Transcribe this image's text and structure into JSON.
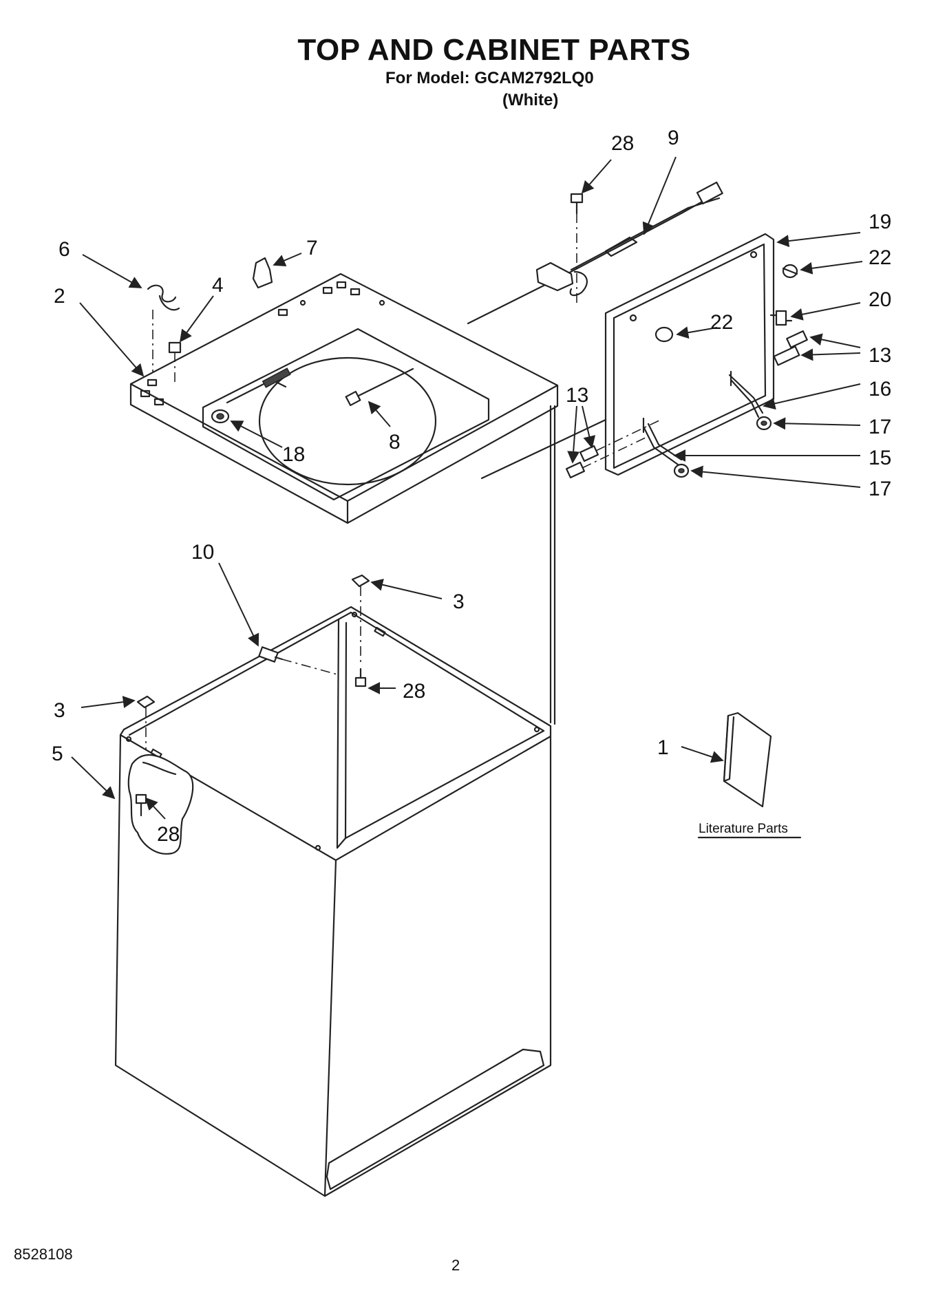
{
  "header": {
    "title": "TOP AND CABINET PARTS",
    "model_line": "For Model: GCAM2792LQ0",
    "variant": "(White)"
  },
  "footer": {
    "doc_number": "8528108",
    "page_number": "2"
  },
  "literature": {
    "label": "Literature Parts"
  },
  "callouts": {
    "c1": "1",
    "c2": "2",
    "c3a": "3",
    "c3b": "3",
    "c4": "4",
    "c5": "5",
    "c6": "6",
    "c7": "7",
    "c8": "8",
    "c9": "9",
    "c10": "10",
    "c13a": "13",
    "c13b": "13",
    "c15": "15",
    "c16": "16",
    "c17a": "17",
    "c17b": "17",
    "c18": "18",
    "c19": "19",
    "c20": "20",
    "c22a": "22",
    "c22b": "22",
    "c28a": "28",
    "c28b": "28",
    "c28c": "28"
  }
}
